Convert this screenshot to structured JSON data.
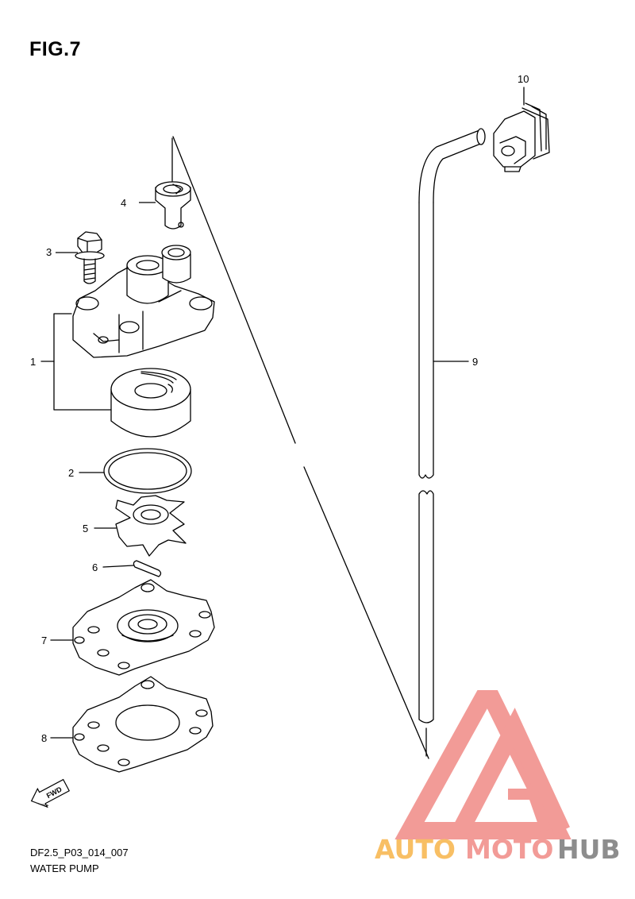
{
  "figure": {
    "title": "FIG.7",
    "code": "DF2.5_P03_014_007",
    "name": "WATER PUMP"
  },
  "callouts": [
    {
      "id": "1",
      "label": "1"
    },
    {
      "id": "2",
      "label": "2"
    },
    {
      "id": "3",
      "label": "3"
    },
    {
      "id": "4",
      "label": "4"
    },
    {
      "id": "5",
      "label": "5"
    },
    {
      "id": "6",
      "label": "6"
    },
    {
      "id": "7",
      "label": "7"
    },
    {
      "id": "8",
      "label": "8"
    },
    {
      "id": "9",
      "label": "9"
    },
    {
      "id": "10",
      "label": "10"
    }
  ],
  "direction_badge": {
    "label": "FWD",
    "icon": "fwd-arrow-icon"
  },
  "watermark": {
    "text_part1": "AUTO",
    "text_part2": "MOTO",
    "text_part3": "HUB",
    "colors": {
      "orange": "#f7b44a",
      "red": "#f08a86",
      "gray": "#7a7a7a"
    }
  }
}
